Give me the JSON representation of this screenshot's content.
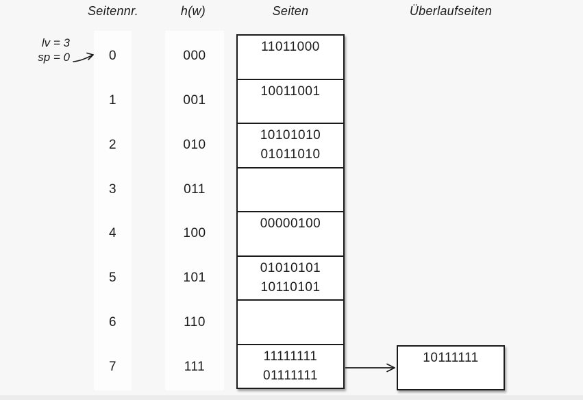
{
  "colors": {
    "background": "#f7f7f7",
    "column_stripe": "#fdfdfd",
    "box_fill": "#ffffff",
    "ink": "#1a1a1a"
  },
  "headers": {
    "seitennr": "Seitennr.",
    "hash_fn": "h(w)",
    "seiten": "Seiten",
    "ueberlaufseiten": "Überlaufseiten"
  },
  "annotation": {
    "lines": [
      "lv = 3",
      "sp = 0"
    ],
    "points_to_row": "0"
  },
  "rows": [
    {
      "nr": "0",
      "hash": "000",
      "values": [
        "11011000"
      ]
    },
    {
      "nr": "1",
      "hash": "001",
      "values": [
        "10011001"
      ]
    },
    {
      "nr": "2",
      "hash": "010",
      "values": [
        "10101010",
        "01011010"
      ]
    },
    {
      "nr": "3",
      "hash": "011",
      "values": []
    },
    {
      "nr": "4",
      "hash": "100",
      "values": [
        "00000100"
      ]
    },
    {
      "nr": "5",
      "hash": "101",
      "values": [
        "01010101",
        "10110101"
      ]
    },
    {
      "nr": "6",
      "hash": "110",
      "values": []
    },
    {
      "nr": "7",
      "hash": "111",
      "values": [
        "11111111",
        "01111111"
      ]
    }
  ],
  "overflow_pages": [
    {
      "values": [
        "10111111"
      ],
      "linked_from_row": "7"
    }
  ]
}
